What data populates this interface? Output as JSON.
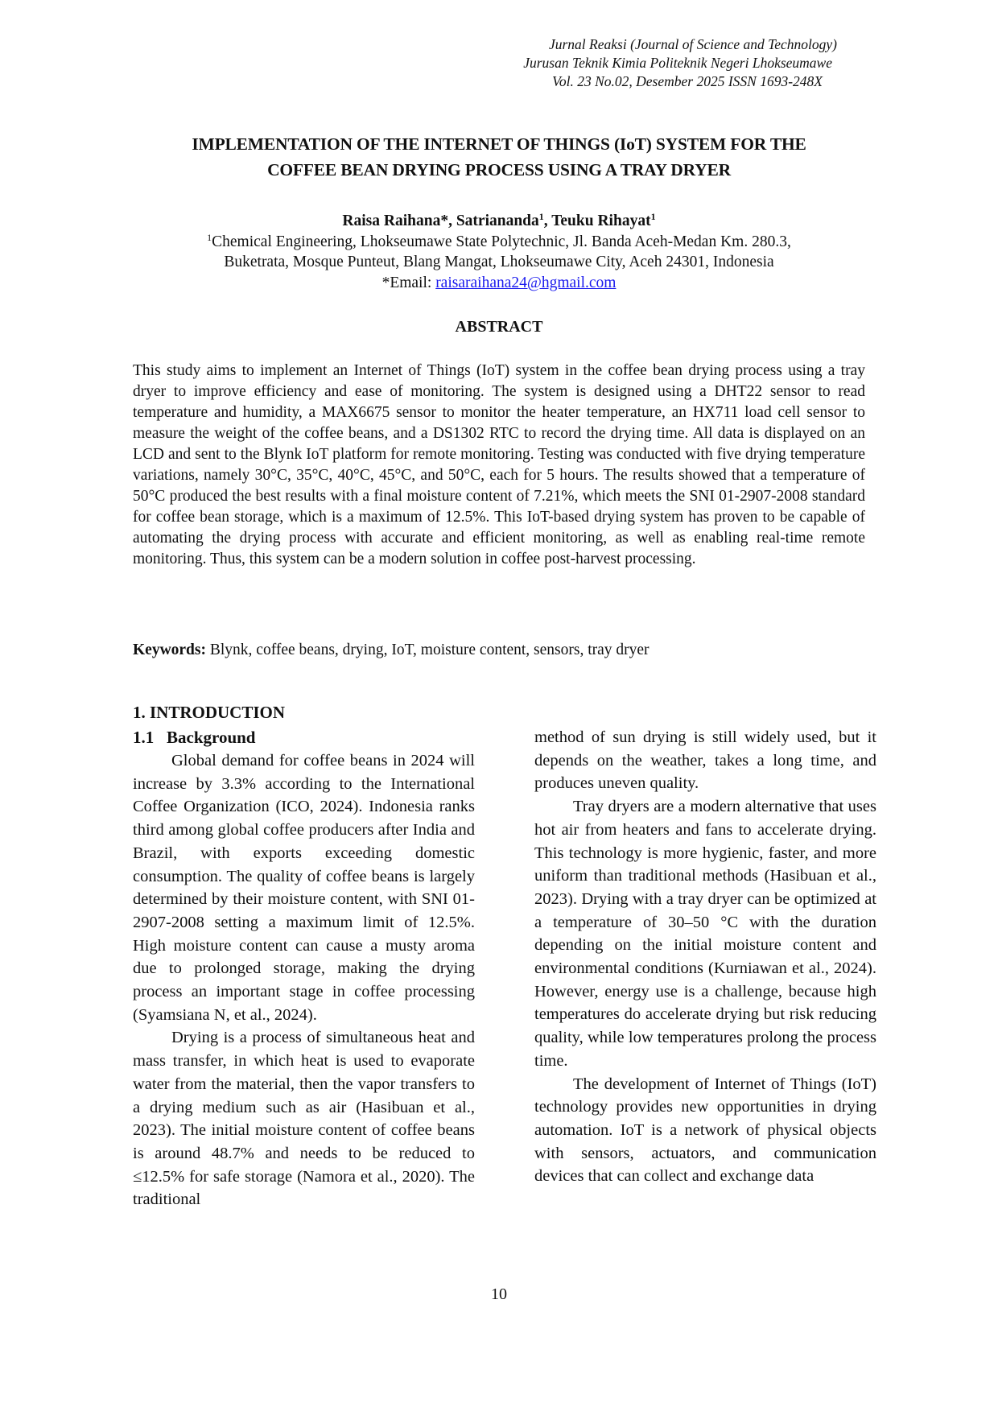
{
  "journal_header": {
    "line1": "Jurnal Reaksi (Journal of Science and Technology)",
    "line2": "Jurusan Teknik Kimia Politeknik Negeri Lhokseumawe",
    "line3": "Vol. 23  No.02, Desember 2025 ISSN 1693-248X"
  },
  "title": {
    "line1": "IMPLEMENTATION OF THE INTERNET OF THINGS (IoT) SYSTEM FOR THE",
    "line2": "COFFEE BEAN DRYING PROCESS USING A TRAY DRYER"
  },
  "authors": {
    "author1": "Raisa Raihana*",
    "author2": "Satriananda",
    "author2_sup": "1",
    "author3": "Teuku Rihayat",
    "author3_sup": "1",
    "separator": ", "
  },
  "affiliation": {
    "sup": "1",
    "line1": "Chemical Engineering, Lhokseumawe State Polytechnic, Jl. Banda Aceh-Medan Km. 280.3,",
    "line2": "Buketrata, Mosque Punteut, Blang Mangat, Lhokseumawe City, Aceh 24301, Indonesia",
    "email_label": "*Email: ",
    "email": "raisaraihana24@hgmail.com"
  },
  "abstract": {
    "heading": "ABSTRACT",
    "text": "This study aims to implement an Internet of Things (IoT) system in the coffee bean drying process using a tray dryer to improve efficiency and ease of monitoring. The system is designed using a DHT22 sensor to read temperature and humidity, a MAX6675 sensor to monitor the heater temperature, an HX711 load cell sensor to measure the weight of the coffee beans, and a DS1302 RTC to record the drying time. All data is displayed on an LCD and sent to the Blynk IoT platform for remote monitoring. Testing was conducted with five drying temperature variations, namely 30°C, 35°C, 40°C, 45°C, and 50°C, each for 5 hours. The results showed that a temperature of 50°C produced the best results with a final moisture content of 7.21%, which meets the SNI 01-2907-2008 standard for coffee bean storage, which is a maximum of 12.5%. This IoT-based drying system has proven to be capable of automating the drying process with accurate and efficient monitoring, as well as enabling real-time remote monitoring. Thus, this system can be a modern solution in coffee post-harvest processing."
  },
  "keywords": {
    "label": "Keywords:",
    "text": " Blynk, coffee beans, drying, IoT, moisture content, sensors, tray dryer"
  },
  "sections": {
    "intro_heading": "1. INTRODUCTION",
    "sub_number": "1.1",
    "sub_heading": "Background",
    "left_paragraphs": [
      "Global demand for coffee beans in 2024 will increase by 3.3% according to the International Coffee Organization (ICO, 2024). Indonesia ranks third among global coffee producers after India and Brazil, with exports exceeding domestic consumption. The quality of coffee beans is largely determined by their moisture content, with SNI 01-2907-2008 setting a maximum limit of 12.5%. High moisture content can cause a musty aroma due to prolonged storage, making the drying process an important stage in coffee processing (Syamsiana N, et al., 2024).",
      "Drying is a process of simultaneous heat and mass transfer, in which heat is used to evaporate water from the material, then the vapor transfers to a drying medium such as air (Hasibuan et al., 2023). The initial moisture content of coffee beans is around 48.7% and needs to be reduced to ≤12.5% for safe storage (Namora et al., 2020). The traditional"
    ],
    "right_paragraphs": [
      "method of sun drying is still widely used, but it depends on the weather, takes a long time, and produces uneven quality.",
      "Tray dryers are a modern alternative that uses hot air from heaters and fans to accelerate drying. This technology is more hygienic, faster, and more uniform than traditional methods (Hasibuan et al., 2023). Drying with a tray dryer can be optimized at a temperature of 30–50 °C with the duration depending on the initial moisture content and environmental conditions (Kurniawan et al., 2024). However, energy use is a challenge, because high temperatures do accelerate drying but risk reducing quality, while low temperatures prolong the process time.",
      "The development of Internet of Things (IoT) technology provides new opportunities in drying automation. IoT is a network of physical objects with sensors, actuators, and communication devices that can collect and exchange data"
    ]
  },
  "page_number": "10",
  "colors": {
    "text": "#111111",
    "link": "#1a1aee",
    "background": "#ffffff"
  }
}
